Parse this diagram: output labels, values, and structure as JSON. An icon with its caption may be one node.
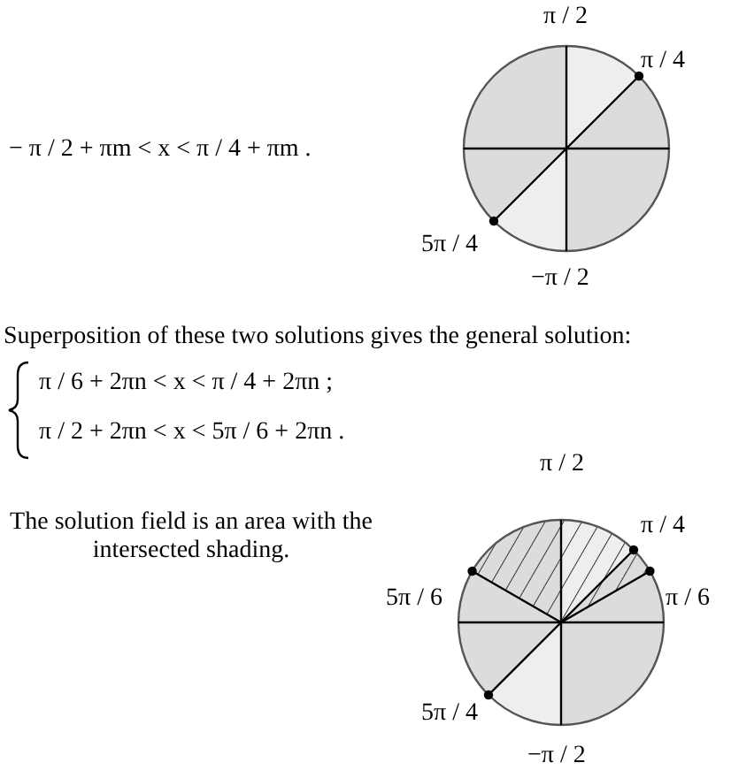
{
  "diagram": {
    "labels": [
      "π / 2",
      "− π / 2 + πm < x < π / 4 + πm .",
      "π / 4",
      "5π / 4",
      "−π / 2",
      "Superposition of these two solutions gives the general solution:",
      "π / 6 + 2πn < x < π / 4 + 2πn  ;",
      "π / 2 + 2πn < x < 5π / 6 + 2πn .",
      "π / 2",
      "The solution field is an area with the intersected shading.",
      "π / 4",
      "5π / 6",
      "π / 6",
      "5π / 4",
      "−π / 2"
    ]
  }
}
